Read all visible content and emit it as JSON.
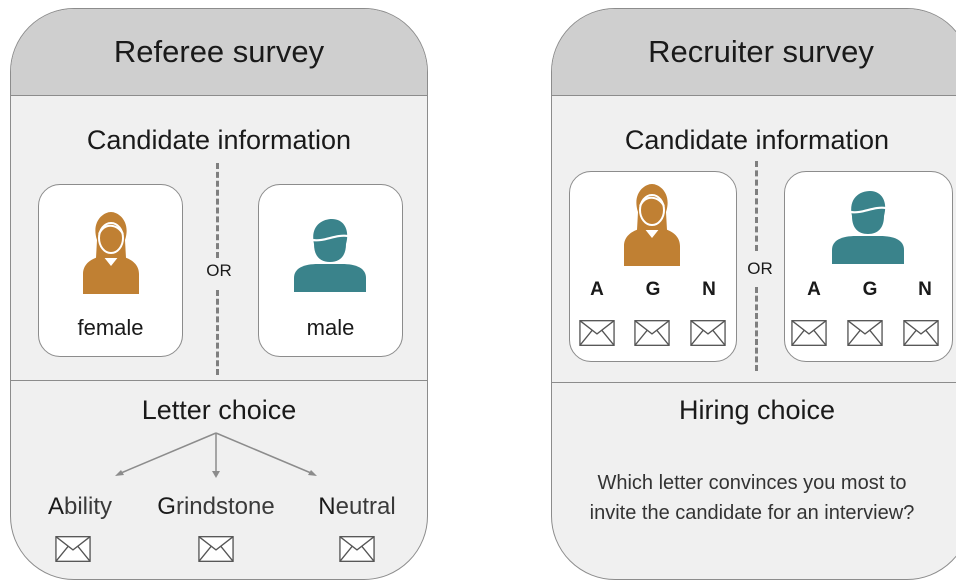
{
  "colors": {
    "panel_bg": "#f0f0f0",
    "header_bg": "#cfcfcf",
    "female": "#c08033",
    "male": "#3a838b",
    "border": "#8c8c8c"
  },
  "referee": {
    "title": "Referee survey",
    "info_heading": "Candidate information",
    "or": "OR",
    "female_label": "female",
    "male_label": "male",
    "choice_heading": "Letter choice",
    "options": [
      {
        "initial": "A",
        "rest": "bility"
      },
      {
        "initial": "G",
        "rest": "rindstone"
      },
      {
        "initial": "N",
        "rest": "eutral"
      }
    ]
  },
  "recruiter": {
    "title": "Recruiter survey",
    "info_heading": "Candidate information",
    "or": "OR",
    "letter_abbrevs": [
      "A",
      "G",
      "N"
    ],
    "choice_heading": "Hiring choice",
    "question_line1": "Which letter convinces you most to",
    "question_line2": "invite the candidate for an interview?"
  },
  "icons": {
    "female": "female-person-icon",
    "male": "male-person-icon",
    "letter": "envelope-icon",
    "arrow": "arrow-icon"
  }
}
